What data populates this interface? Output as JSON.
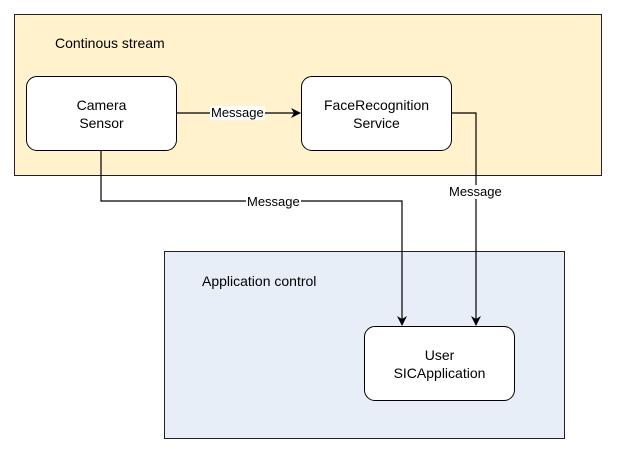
{
  "colors": {
    "stream_fill": "#fff2cc",
    "app_fill": "#e8eef8",
    "node_fill": "#ffffff",
    "stroke": "#000000"
  },
  "groups": {
    "stream": {
      "label": "Continous stream"
    },
    "app": {
      "label": "Application control"
    }
  },
  "nodes": {
    "camera": {
      "line1": "Camera",
      "line2": "Sensor"
    },
    "face": {
      "line1": "FaceRecognition",
      "line2": "Service"
    },
    "user": {
      "line1": "User",
      "line2": "SICApplication"
    }
  },
  "edges": [
    {
      "from": "camera",
      "to": "face",
      "label": "Message"
    },
    {
      "from": "face",
      "to": "user",
      "label": "Message"
    },
    {
      "from": "camera",
      "to": "user",
      "label": "Message"
    }
  ]
}
